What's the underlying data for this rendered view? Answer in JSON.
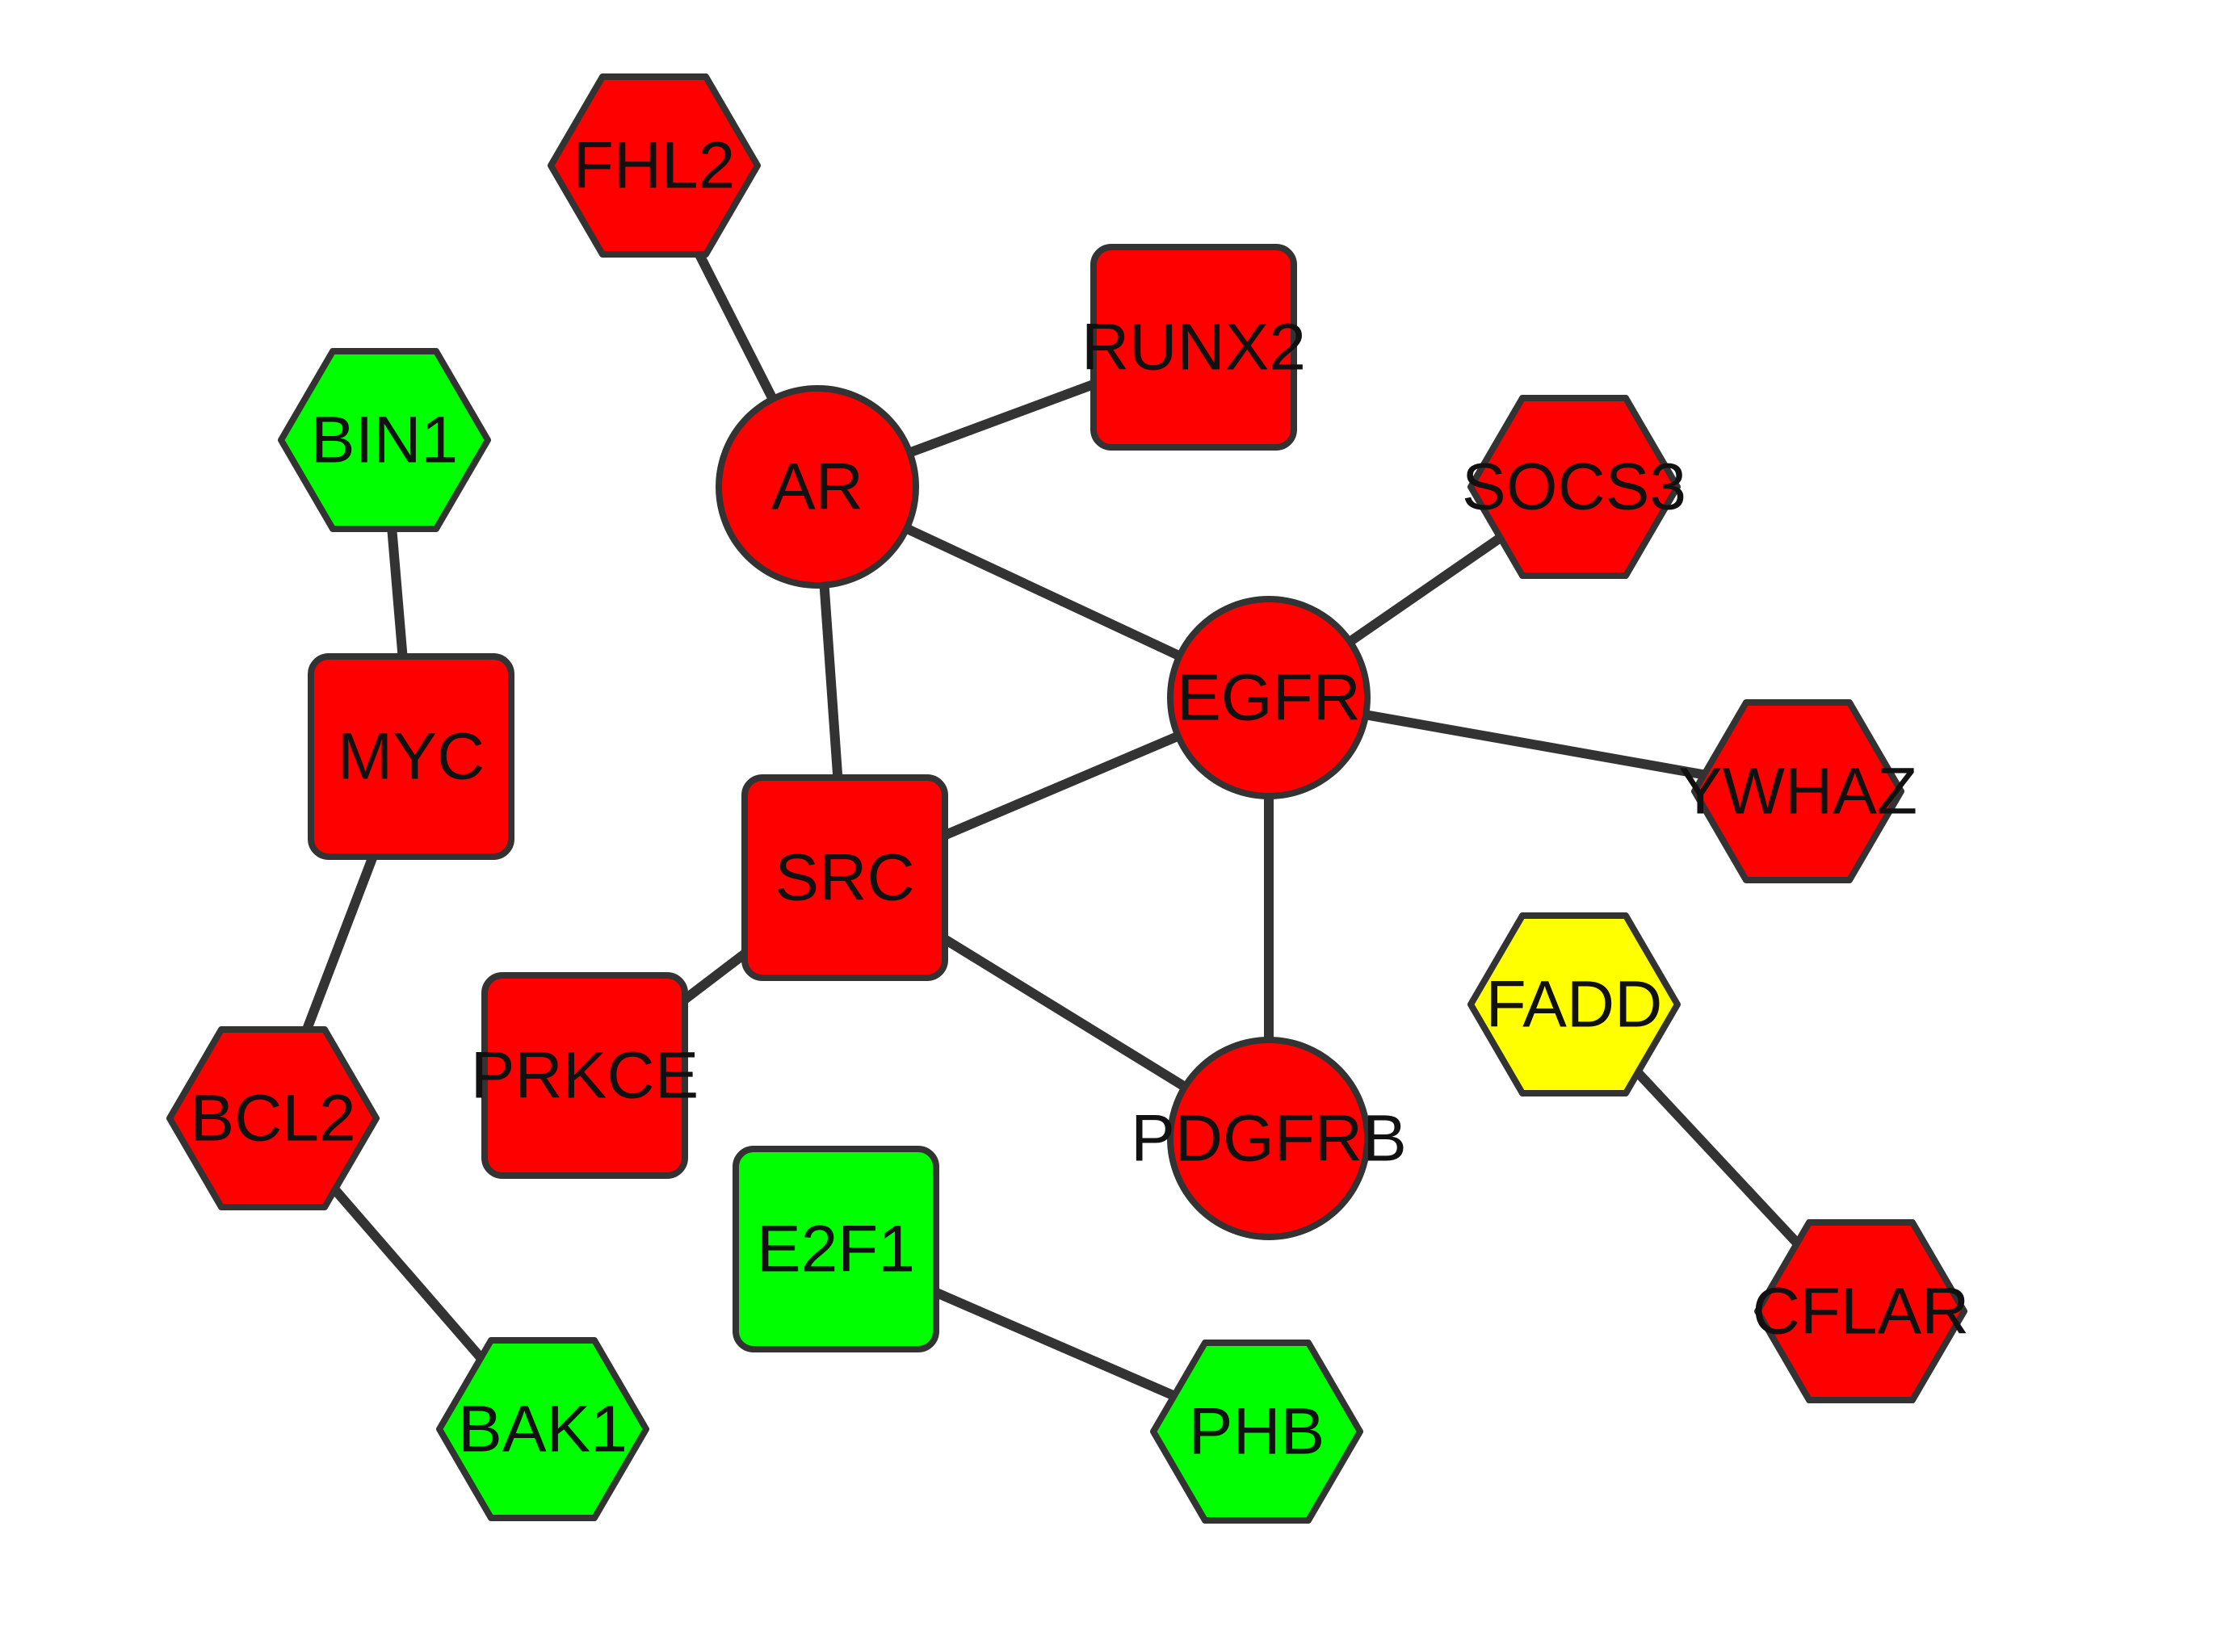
{
  "colors": {
    "up": "#ff0000",
    "down": "#00ff00",
    "neutral": "#ffff00",
    "edge": "#333333",
    "border": "#333333",
    "label": "#111111"
  },
  "nodes": [
    {
      "id": "FHL2",
      "label": "FHL2",
      "shape": "hexagon",
      "status": "up"
    },
    {
      "id": "RUNX2",
      "label": "RUNX2",
      "shape": "rectangle",
      "status": "up"
    },
    {
      "id": "BIN1",
      "label": "BIN1",
      "shape": "hexagon",
      "status": "down"
    },
    {
      "id": "AR",
      "label": "AR",
      "shape": "circle",
      "status": "up"
    },
    {
      "id": "SOCS3",
      "label": "SOCS3",
      "shape": "hexagon",
      "status": "up"
    },
    {
      "id": "MYC",
      "label": "MYC",
      "shape": "rectangle",
      "status": "up"
    },
    {
      "id": "EGFR",
      "label": "EGFR",
      "shape": "circle",
      "status": "up"
    },
    {
      "id": "YWHAZ",
      "label": "YWHAZ",
      "shape": "hexagon",
      "status": "up"
    },
    {
      "id": "SRC",
      "label": "SRC",
      "shape": "rectangle",
      "status": "up"
    },
    {
      "id": "FADD",
      "label": "FADD",
      "shape": "hexagon",
      "status": "neutral"
    },
    {
      "id": "PRKCE",
      "label": "PRKCE",
      "shape": "rectangle",
      "status": "up"
    },
    {
      "id": "BCL2",
      "label": "BCL2",
      "shape": "hexagon",
      "status": "up"
    },
    {
      "id": "PDGFRB",
      "label": "PDGFRB",
      "shape": "circle",
      "status": "up"
    },
    {
      "id": "E2F1",
      "label": "E2F1",
      "shape": "rectangle",
      "status": "down"
    },
    {
      "id": "CFLAR",
      "label": "CFLAR",
      "shape": "hexagon",
      "status": "up"
    },
    {
      "id": "BAK1",
      "label": "BAK1",
      "shape": "hexagon",
      "status": "down"
    },
    {
      "id": "PHB",
      "label": "PHB",
      "shape": "hexagon",
      "status": "down"
    }
  ],
  "edges": [
    {
      "source": "FHL2",
      "target": "AR"
    },
    {
      "source": "AR",
      "target": "RUNX2"
    },
    {
      "source": "AR",
      "target": "EGFR"
    },
    {
      "source": "AR",
      "target": "SRC"
    },
    {
      "source": "EGFR",
      "target": "SOCS3"
    },
    {
      "source": "EGFR",
      "target": "YWHAZ"
    },
    {
      "source": "EGFR",
      "target": "SRC"
    },
    {
      "source": "EGFR",
      "target": "PDGFRB"
    },
    {
      "source": "SRC",
      "target": "PRKCE"
    },
    {
      "source": "SRC",
      "target": "PDGFRB"
    },
    {
      "source": "BIN1",
      "target": "MYC"
    },
    {
      "source": "MYC",
      "target": "BCL2"
    },
    {
      "source": "BCL2",
      "target": "BAK1"
    },
    {
      "source": "E2F1",
      "target": "PHB"
    },
    {
      "source": "FADD",
      "target": "CFLAR"
    }
  ]
}
